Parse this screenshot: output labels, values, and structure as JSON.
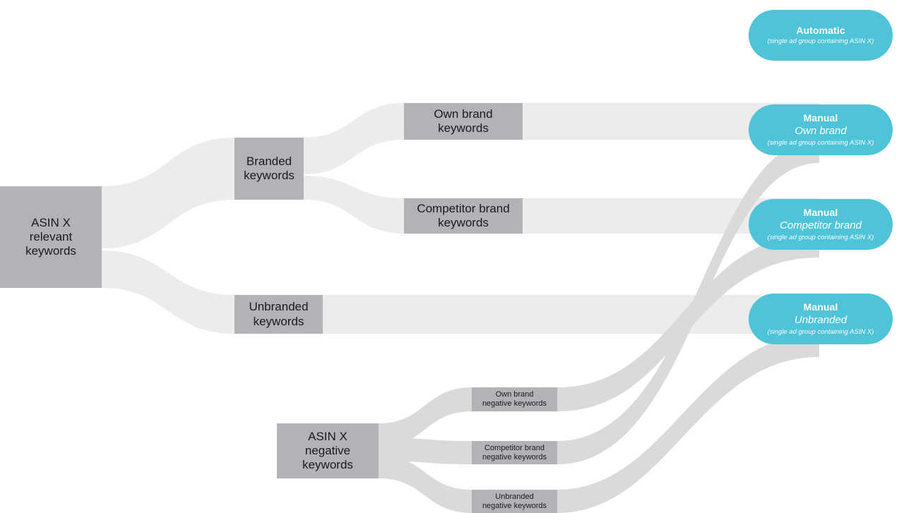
{
  "diagram": {
    "type": "sankey",
    "title": "",
    "colors": {
      "node_gray": "#b5b2b7",
      "link_light": "#ececec",
      "link_dark": "#d9d9d9",
      "pill_teal": "#4fc4d8",
      "background": "#ffffff",
      "text_dark": "#1a1a1a",
      "text_light": "#ffffff"
    }
  },
  "nodes": {
    "source_relevant": {
      "label": "ASIN X\nrelevant\nkeywords"
    },
    "branded": {
      "label": "Branded\nkeywords"
    },
    "unbranded": {
      "label": "Unbranded\nkeywords"
    },
    "own_brand_kw": {
      "label": "Own brand\nkeywords"
    },
    "competitor_brand_kw": {
      "label": "Competitor brand\nkeywords"
    },
    "source_negative": {
      "label": "ASIN X\nnegative\nkeywords"
    },
    "own_brand_neg": {
      "label": "Own brand\nnegative keywords"
    },
    "competitor_brand_neg": {
      "label": "Competitor brand\nnegative keywords"
    },
    "unbranded_neg": {
      "label": "Unbranded\nnegative keywords"
    }
  },
  "campaigns": [
    {
      "id": "automatic",
      "title": "Automatic",
      "subtitle": "",
      "note": "(single ad group containing ASIN X)"
    },
    {
      "id": "manual-own-brand",
      "title": "Manual",
      "subtitle": "Own brand",
      "note": "(single ad group containing ASIN X)"
    },
    {
      "id": "manual-competitor-brand",
      "title": "Manual",
      "subtitle": "Competitor brand",
      "note": "(single ad group containing ASIN X)"
    },
    {
      "id": "manual-unbranded",
      "title": "Manual",
      "subtitle": "Unbranded",
      "note": "(single ad group containing ASIN X)"
    }
  ],
  "links": [
    {
      "from": "source_relevant",
      "to": "branded"
    },
    {
      "from": "source_relevant",
      "to": "unbranded"
    },
    {
      "from": "branded",
      "to": "own_brand_kw"
    },
    {
      "from": "branded",
      "to": "competitor_brand_kw"
    },
    {
      "from": "own_brand_kw",
      "to": "manual-own-brand"
    },
    {
      "from": "competitor_brand_kw",
      "to": "manual-competitor-brand"
    },
    {
      "from": "unbranded",
      "to": "manual-unbranded"
    },
    {
      "from": "source_negative",
      "to": "own_brand_neg"
    },
    {
      "from": "source_negative",
      "to": "competitor_brand_neg"
    },
    {
      "from": "source_negative",
      "to": "unbranded_neg"
    },
    {
      "from": "own_brand_neg",
      "to": "manual-competitor-brand"
    },
    {
      "from": "competitor_brand_neg",
      "to": "manual-own-brand"
    },
    {
      "from": "unbranded_neg",
      "to": "manual-unbranded"
    }
  ]
}
